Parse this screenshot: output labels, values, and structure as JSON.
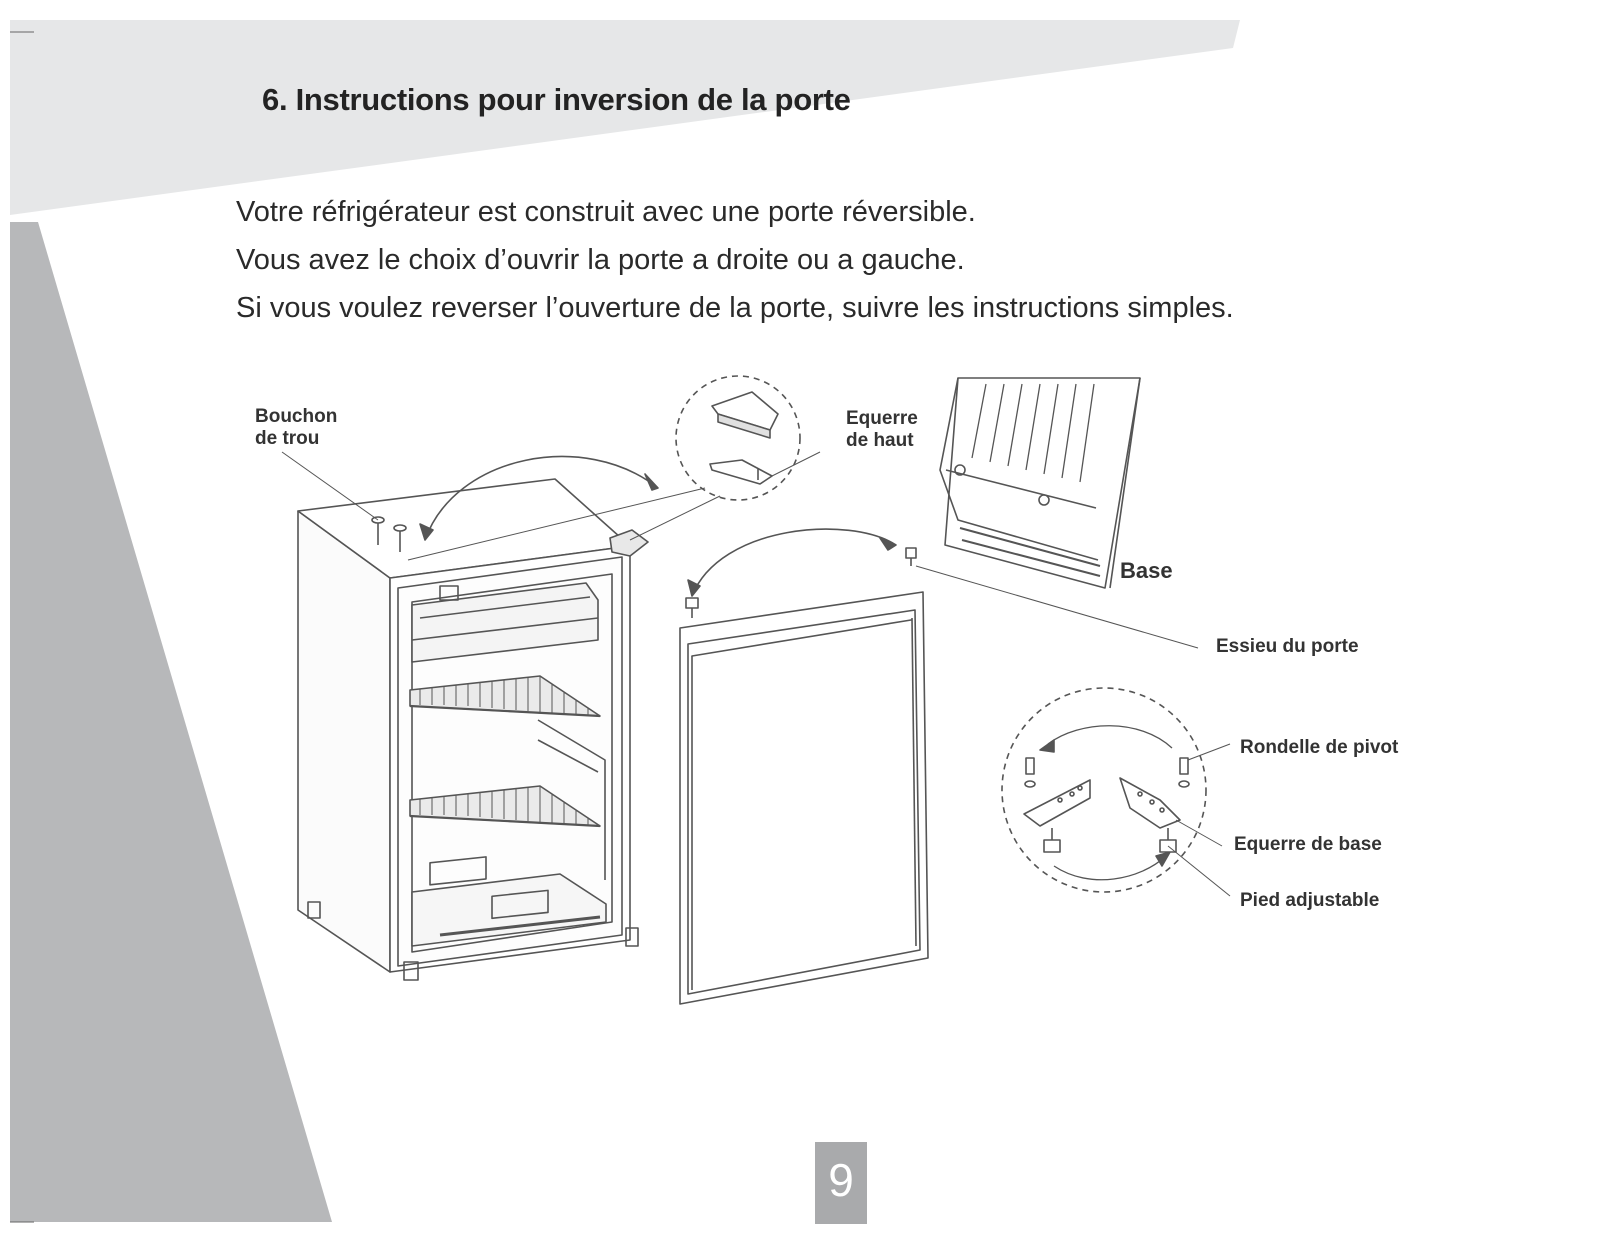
{
  "section": {
    "title": "6. Instructions pour inversion de la porte"
  },
  "intro": {
    "line1": "Votre réfrigérateur est construit avec une porte réversible.",
    "line2": "Vous avez le choix d’ouvrir la porte a droite ou a gauche.",
    "line3": "Si vous voulez reverser l’ouverture de la porte, suivre les instructions simples."
  },
  "labels": {
    "bouchon_line1": "Bouchon",
    "bouchon_line2": "de trou",
    "equerre_haut_line1": "Equerre",
    "equerre_haut_line2": "de haut",
    "base": "Base",
    "essieu": "Essieu du porte",
    "rondelle": "Rondelle de pivot",
    "equerre_base": "Equerre de base",
    "pied": "Pied adjustable"
  },
  "footer": {
    "page_number": "9"
  },
  "colors": {
    "header_band": "#e6e7e8",
    "side_band": "#b7b8ba",
    "page_number_box": "#a9aaac"
  }
}
